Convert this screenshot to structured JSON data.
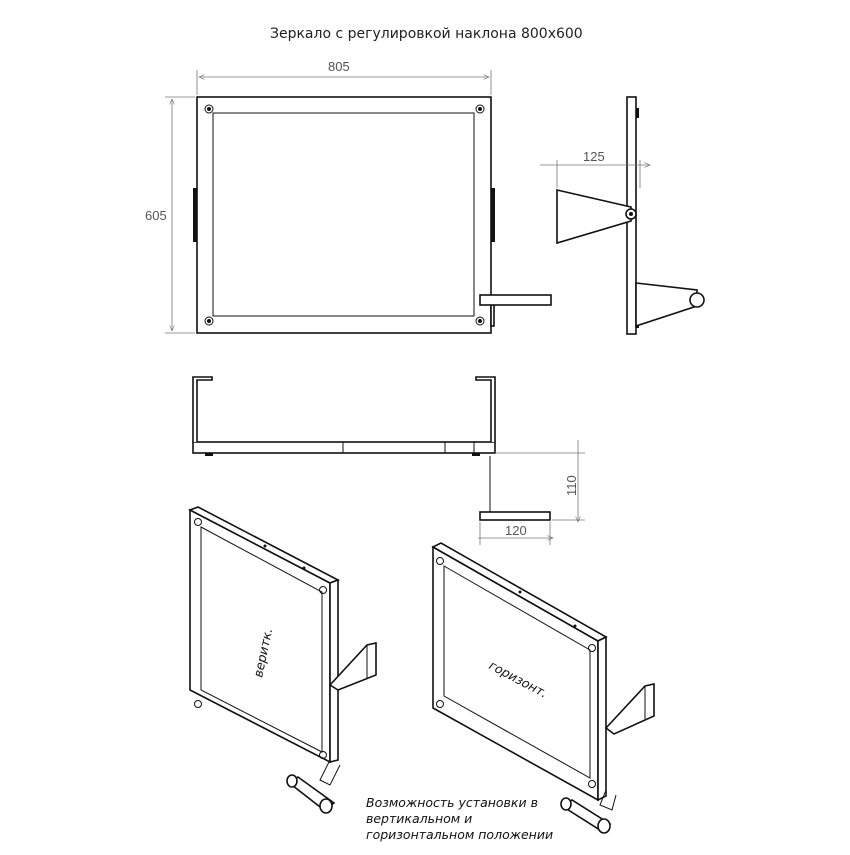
{
  "title": "Зеркало с регулировкой наклона 800х600",
  "dimensions": {
    "front_width": "805",
    "front_height": "605",
    "side_depth": "125",
    "handle_height": "110",
    "handle_width": "120"
  },
  "views": {
    "vertical_label": "веритк.",
    "horizontal_label": "горизонт."
  },
  "note": "Возможность установки в вертикальном и горизонтальном положении"
}
